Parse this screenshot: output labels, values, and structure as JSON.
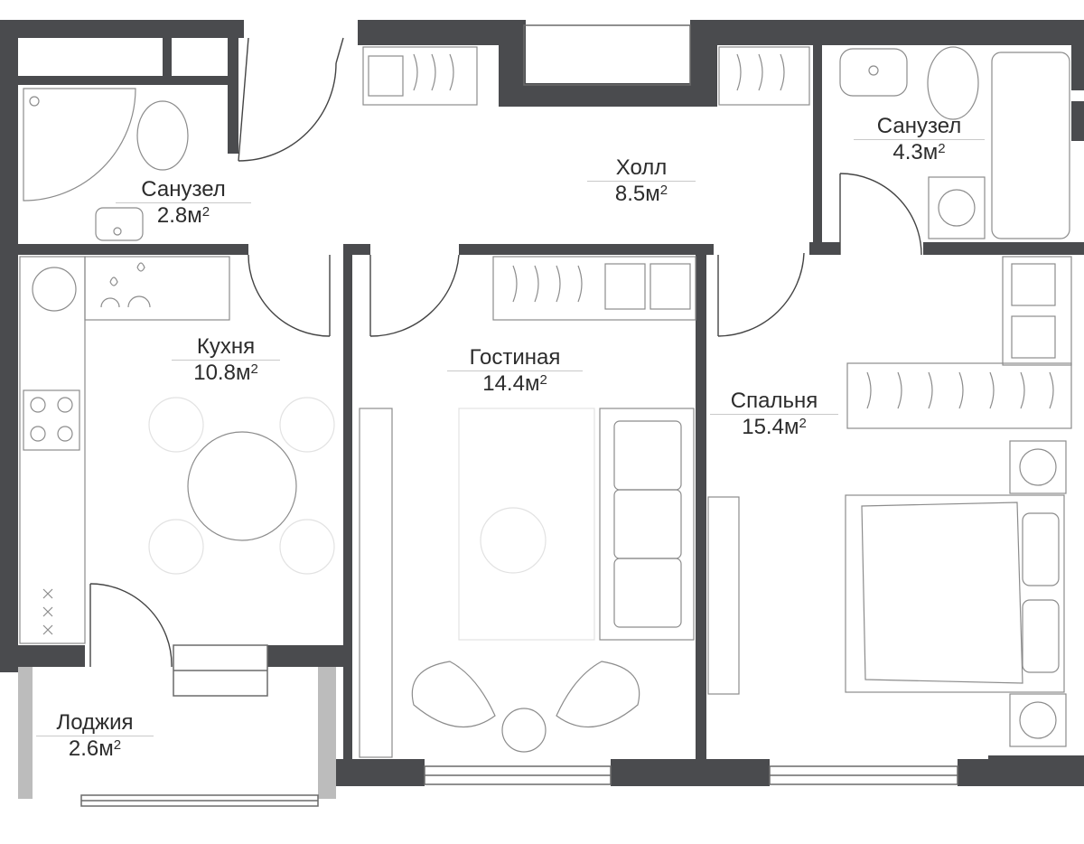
{
  "plan": {
    "area_unit": "м",
    "area_unit_power": "2",
    "rooms": [
      {
        "id": "bathroom-1",
        "name": "Санузел",
        "area": "2.8"
      },
      {
        "id": "hall",
        "name": "Холл",
        "area": "8.5"
      },
      {
        "id": "bathroom-2",
        "name": "Санузел",
        "area": "4.3"
      },
      {
        "id": "kitchen",
        "name": "Кухня",
        "area": "10.8"
      },
      {
        "id": "living-room",
        "name": "Гостиная",
        "area": "14.4"
      },
      {
        "id": "bedroom",
        "name": "Спальня",
        "area": "15.4"
      },
      {
        "id": "loggia",
        "name": "Лоджия",
        "area": "2.6"
      }
    ]
  },
  "colors": {
    "wall": "#4a4b4e",
    "loggia_wall": "#bcbcbc",
    "furniture_line": "#8c8c8c",
    "text": "#2c2c2c"
  }
}
